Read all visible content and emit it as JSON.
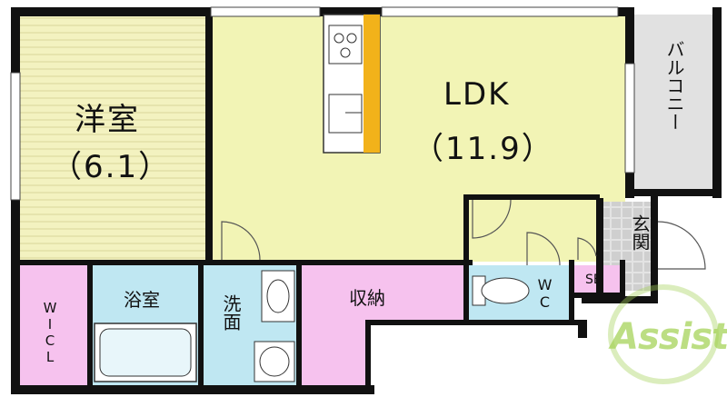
{
  "rooms": {
    "yoshitsu": {
      "name": "洋室",
      "size": "（6.1）"
    },
    "ldk": {
      "name": "LDK",
      "size": "（11.9）"
    },
    "balcony": {
      "name": "バルコニー"
    },
    "genkan": {
      "name": "玄関"
    },
    "sb": {
      "name": "SB"
    },
    "wc": {
      "name": "WC"
    },
    "shuno": {
      "name": "収納"
    },
    "senmen": {
      "name": "洗面"
    },
    "yokushitsu": {
      "name": "浴室"
    },
    "wicl": {
      "name": "WICL"
    }
  },
  "logo": {
    "text": "Assist"
  },
  "colors": {
    "wall": "#111111",
    "yoshitsu_floor": "#f3f2c0",
    "ldk_floor": "#f2f4b5",
    "wet_area": "#bfe7f2",
    "storage": "#f6c2ee",
    "balcony": "#e1e1e1",
    "genkan": "#e3e3e3",
    "counter_accent": "#f2b21a",
    "logo": "#a6d35a"
  }
}
